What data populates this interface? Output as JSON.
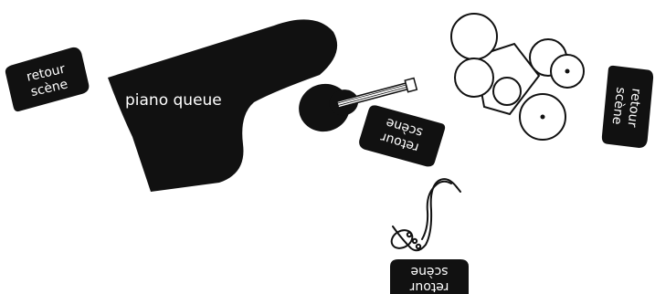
{
  "colors": {
    "ink": "#111111",
    "paper": "#ffffff"
  },
  "retour_labels": [
    {
      "line1": "retour",
      "line2": "scène"
    },
    {
      "line1": "retour",
      "line2": "scène"
    },
    {
      "line1": "retour",
      "line2": "scène"
    },
    {
      "line1": "retour",
      "line2": "scène"
    }
  ],
  "piano": {
    "label": "piano queue",
    "icon": "grand-piano-icon"
  },
  "guitar": {
    "icon": "guitar-icon"
  },
  "drums": {
    "icon": "drum-kit-icon"
  },
  "saxophone": {
    "icon": "saxophone-icon"
  }
}
